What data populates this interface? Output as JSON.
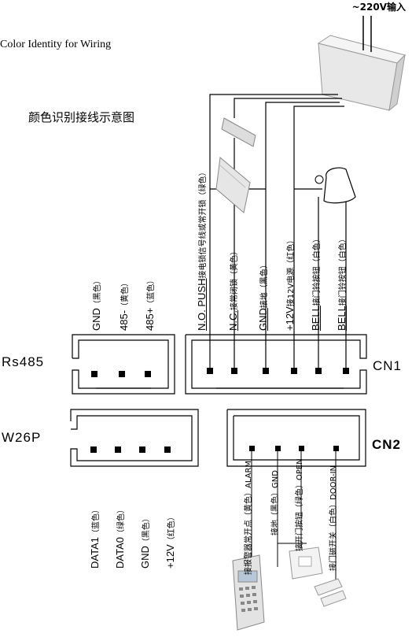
{
  "header": {
    "power_input": "~220V输入",
    "title_en": "Color Identity for Wiring",
    "title_cn": "颜色识别接线示意图"
  },
  "rs485": {
    "port_label": "Rs485",
    "pins": [
      {
        "name": "GND",
        "color": "（黑色）"
      },
      {
        "name": "485-",
        "color": "（黄色）"
      },
      {
        "name": "485+",
        "color": "（蓝色）"
      }
    ]
  },
  "cn1": {
    "port_label": "CN1",
    "pins": [
      {
        "name": "N.O. PUSH",
        "desc": "接电锁信号线或常开锁（绿色）"
      },
      {
        "name": "N.C.",
        "desc": "接常闭锁（黄色）"
      },
      {
        "name": "GND",
        "desc": "接地（黑色）"
      },
      {
        "name": "+12V",
        "desc": "接12V电源（红色）"
      },
      {
        "name": "BELL",
        "desc": "接门铃按钮（白色）"
      },
      {
        "name": "BELL",
        "desc": "接门铃按钮（白色）"
      }
    ]
  },
  "w26p": {
    "port_label": "W26P",
    "pins": [
      {
        "name": "DATA1",
        "color": "（蓝色）"
      },
      {
        "name": "DATA0",
        "color": "（绿色）"
      },
      {
        "name": "GND",
        "color": "（黑色）"
      },
      {
        "name": "+12V",
        "color": "（红色）"
      }
    ]
  },
  "cn2": {
    "port_label": "CN2",
    "pins": [
      {
        "name": "ALARM",
        "desc": "接报警器常开点（黄色）"
      },
      {
        "name": "GND",
        "desc": "接地（黑色）"
      },
      {
        "name": "OPEN",
        "desc": "接开门按钮（绿色）"
      },
      {
        "name": "DOOR-IN",
        "desc": "接门磁开关（白色）"
      }
    ]
  }
}
